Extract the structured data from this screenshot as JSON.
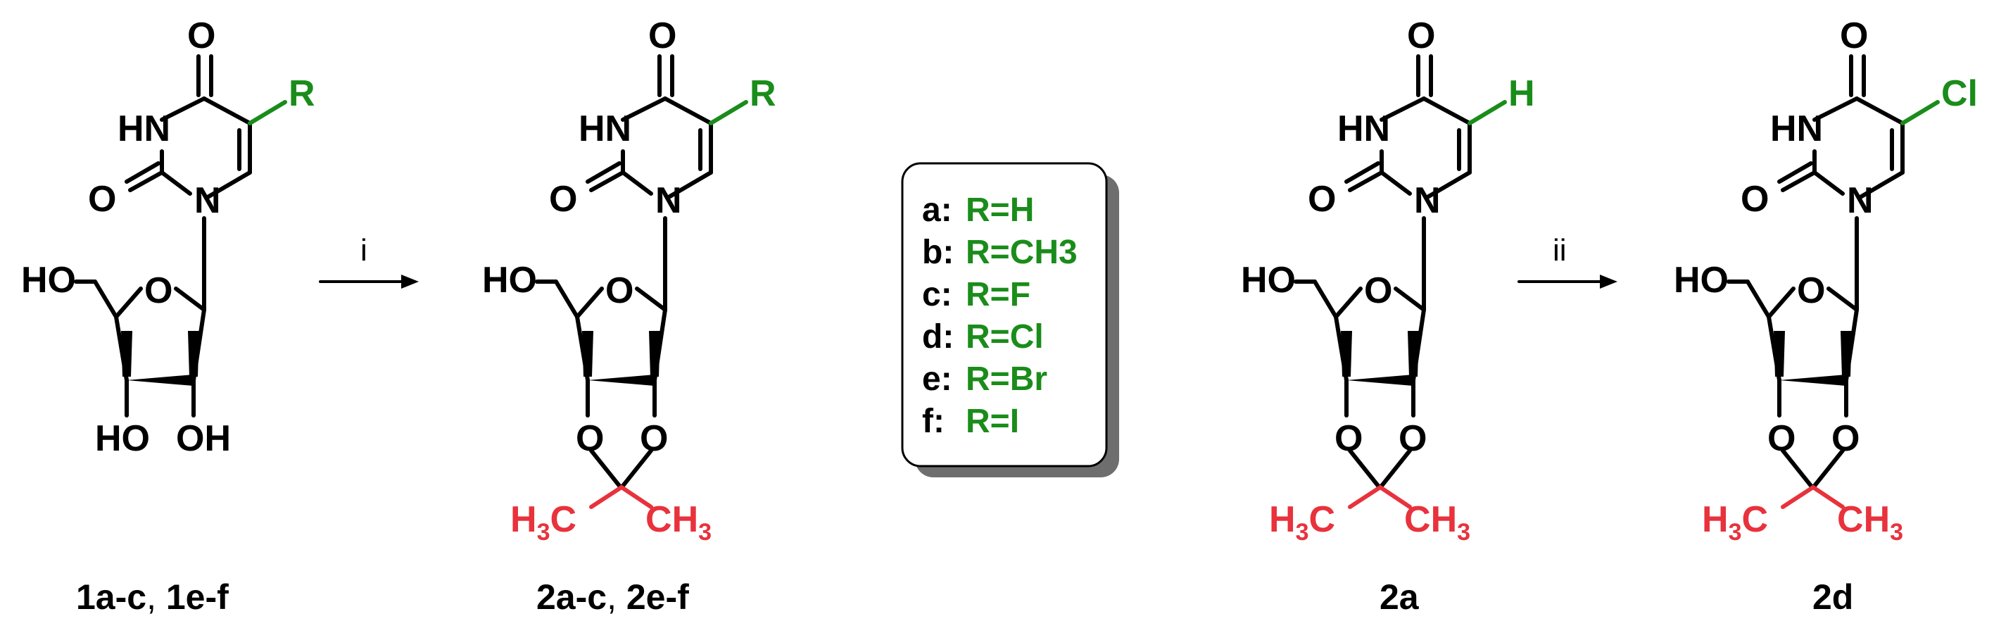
{
  "scheme": {
    "reagent_1": "i",
    "reagent_2": "ii",
    "compounds": [
      {
        "label_bold": "1a-c",
        "label_sep": ", ",
        "label_bold2": "1e-f",
        "substituent": "R"
      },
      {
        "label_bold": "2a-c",
        "label_sep": ", ",
        "label_bold2": "2e-f",
        "substituent": "R"
      },
      {
        "label_bold": "2a",
        "label_sep": "",
        "label_bold2": "",
        "substituent": "H"
      },
      {
        "label_bold": "2d",
        "label_sep": "",
        "label_bold2": "",
        "substituent": "Cl"
      }
    ],
    "atoms": {
      "O": "O",
      "HN": "HN",
      "N": "N",
      "HO": "HO",
      "OH": "OH",
      "H": "H",
      "C": "C",
      "3": "3"
    },
    "legend": [
      {
        "key": "a:",
        "value": "R=H"
      },
      {
        "key": "b:",
        "value": "R=CH3"
      },
      {
        "key": "c:",
        "value": "R=F"
      },
      {
        "key": "d:",
        "value": "R=Cl"
      },
      {
        "key": "e:",
        "value": "R=Br"
      },
      {
        "key": "f:",
        "value": "R=I"
      }
    ],
    "colors": {
      "substituent": "#1a8c1a",
      "acetonide": "#e8323c",
      "bond": "#000000"
    }
  }
}
